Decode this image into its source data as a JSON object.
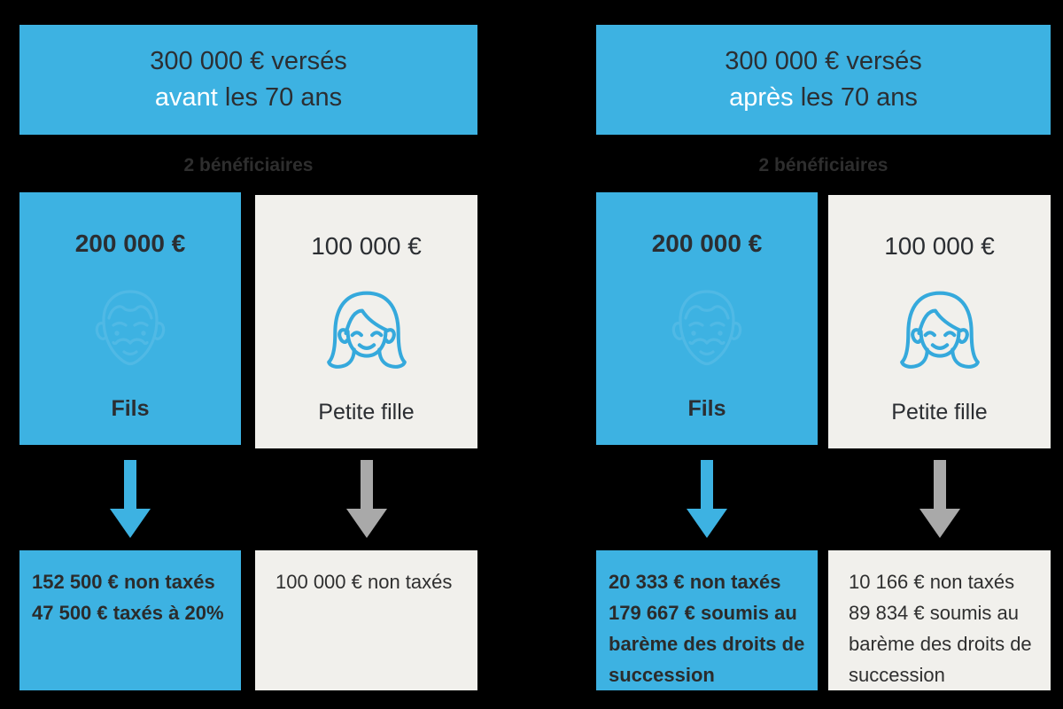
{
  "colors": {
    "background": "#000000",
    "accent_blue": "#3db2e2",
    "card_light": "#f1f0ec",
    "arrow_gray": "#a9a9a9",
    "text_dark": "#2b2e32",
    "highlight_white": "#ffffff",
    "man_icon_stroke": "#54bbe6",
    "woman_icon_stroke": "#35a9dc"
  },
  "panels": [
    {
      "header": {
        "line1": "300 000 € versés",
        "highlight_word": "avant",
        "line2_rest": " les 70 ans"
      },
      "subtitle": "2 bénéficiaires",
      "beneficiaries": [
        {
          "amount": "200 000 €",
          "name": "Fils",
          "icon": "man-face-icon",
          "arrow_color": "#3db2e2"
        },
        {
          "amount": "100 000 €",
          "name": "Petite fille",
          "icon": "woman-face-icon",
          "arrow_color": "#a9a9a9"
        }
      ],
      "results": [
        {
          "line1": "152 500 € non taxés",
          "line2": "47 500 € taxés à 20%"
        },
        {
          "line1": "100 000 € non taxés",
          "line2": ""
        }
      ]
    },
    {
      "header": {
        "line1": "300 000 € versés",
        "highlight_word": "après",
        "line2_rest": " les 70 ans"
      },
      "subtitle": "2 bénéficiaires",
      "beneficiaries": [
        {
          "amount": "200 000 €",
          "name": "Fils",
          "icon": "man-face-icon",
          "arrow_color": "#3db2e2"
        },
        {
          "amount": "100 000 €",
          "name": "Petite fille",
          "icon": "woman-face-icon",
          "arrow_color": "#a9a9a9"
        }
      ],
      "results": [
        {
          "line1": "20 333 € non taxés",
          "line2": "179 667 € soumis au barème des droits de succession"
        },
        {
          "line1": "10 166 € non taxés",
          "line2": "89 834 € soumis au barème des droits de succession"
        }
      ]
    }
  ]
}
